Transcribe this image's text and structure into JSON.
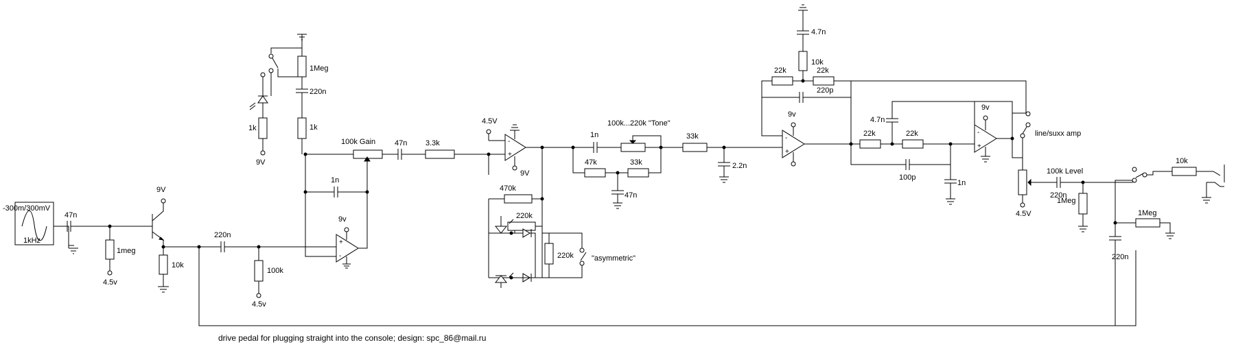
{
  "source": {
    "range": "-300m/300mV",
    "freq": "1kHz"
  },
  "components": {
    "c_in": "47n",
    "r_bias": "1meg",
    "v_bias_1": "4.5v",
    "v_supply_1": "9V",
    "r_emitter": "10k",
    "c_couple_1": "220n",
    "r_100k": "100k",
    "v_bias_2": "4.5v",
    "r_1meg_top": "1Meg",
    "c_220n_top": "220n",
    "r_1k_left": "1k",
    "r_1k_mid": "1k",
    "v_supply_2": "9V",
    "gain_pot": "100k Gain",
    "c_47n": "47n",
    "c_1n_fb": "1n",
    "v_op1": "9v",
    "r_3_3k": "3.3k",
    "v_bias_3": "4.5V",
    "v_op2": "9V",
    "r_470k": "470k",
    "r_220k_top": "220k",
    "r_220k_right": "220k",
    "asym_switch": "\"asymmetric\"",
    "c_1n_tone": "1n",
    "tone_pot": "100k...220k \"Tone\"",
    "r_47k": "47k",
    "r_33k_tone": "33k",
    "c_47n_tone": "47n",
    "r_33k": "33k",
    "c_2_2n": "2.2n",
    "c_4_7n_top": "4.7n",
    "r_10k_top": "10k",
    "r_22k_a": "22k",
    "r_22k_b": "22k",
    "c_220p": "220p",
    "v_op3": "9v",
    "c_4_7n": "4.7n",
    "r_22k_c": "22k",
    "r_22k_d": "22k",
    "v_op4": "9v",
    "c_100p": "100p",
    "c_1n_out": "1n",
    "switch_mode": "line/suxx amp",
    "level_pot": "100k Level",
    "v_bias_4": "4.5V",
    "c_220n_out": "220n",
    "r_1meg_out": "1Meg",
    "r_10k_out": "10k",
    "r_1meg_low": "1Meg",
    "c_220n_low": "220n"
  },
  "caption": "drive pedal for plugging straight into the console; design: spc_86@mail.ru"
}
